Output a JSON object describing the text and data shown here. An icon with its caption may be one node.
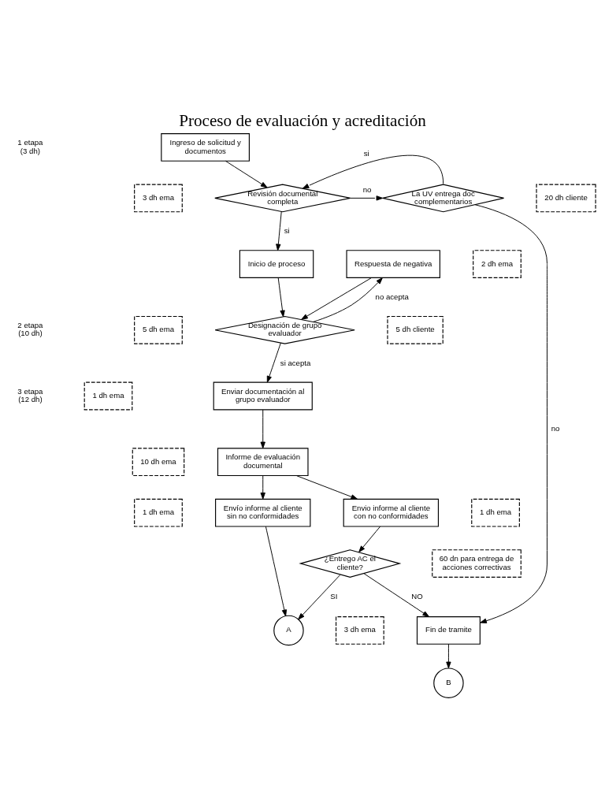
{
  "diagram": {
    "title": "Proceso de evaluación y acreditación",
    "nodes": [
      {
        "text": [
          "Ingreso de solicitud y documentos"
        ]
      },
      {
        "text": [
          "3 dh ema"
        ]
      },
      {
        "text": [
          "20 dh cliente"
        ]
      },
      {
        "text": [
          "Revisión documental completa"
        ]
      },
      {
        "text": [
          "La UV entrega doc complementarios"
        ]
      },
      {
        "text": [
          "Inicio de proceso"
        ]
      },
      {
        "text": [
          "Respuesta de negativa"
        ]
      },
      {
        "text": [
          "5 dh ema"
        ]
      },
      {
        "text": [
          "2 dh ema"
        ]
      },
      {
        "text": [
          "Designación de grupo evaluador"
        ]
      },
      {
        "text": [
          "5 dh cliente"
        ]
      },
      {
        "text": [
          "1 dh ema"
        ]
      },
      {
        "text": [
          "Enviar documentación al grupo evaluador"
        ]
      },
      {
        "text": [
          "10 dh ema"
        ]
      },
      {
        "text": [
          "Informe de evaluación documental"
        ]
      },
      {
        "text": [
          "1 dh ema"
        ]
      },
      {
        "text": [
          "Envío informe al cliente sin no conformidades"
        ]
      },
      {
        "text": [
          "Envio informe al cliente con no conformidades"
        ]
      },
      {
        "text": [
          "1 dh ema"
        ]
      },
      {
        "text": [
          "60 dn para entrega de acciones correctivas"
        ]
      },
      {
        "text": [
          "¿Entrego AC el cliente?"
        ]
      },
      {
        "text": [
          "3 dh ema"
        ]
      },
      {
        "text": [
          "Fin de tramite"
        ]
      },
      {
        "text": [
          "B"
        ]
      },
      {
        "text": [
          "A"
        ]
      }
    ],
    "edges": [
      {
        "from": 0,
        "to": 3,
        "arrow": "to"
      },
      {
        "from": 3,
        "to": 4,
        "arrow": "to",
        "label": "no"
      },
      {
        "from": 4,
        "to": 3,
        "arrow": "to",
        "label": "si"
      },
      {
        "from": 4,
        "to": 22,
        "arrow": "to",
        "label": "no"
      },
      {
        "from": 3,
        "to": 5,
        "arrow": "to",
        "label": "si"
      },
      {
        "from": 5,
        "to": 9,
        "arrow": "to"
      },
      {
        "from": 6,
        "to": 9,
        "arrow": "to"
      },
      {
        "from": 9,
        "to": 6,
        "arrow": "to",
        "label": "no acepta"
      },
      {
        "from": 9,
        "to": 12,
        "arrow": "to",
        "label": "si acepta"
      },
      {
        "from": 12,
        "to": 14,
        "arrow": "to"
      },
      {
        "from": 14,
        "to": 16,
        "arrow": "to"
      },
      {
        "from": 14,
        "to": 17,
        "arrow": "to"
      },
      {
        "from": 16,
        "to": 24,
        "arrow": "to"
      },
      {
        "from": 17,
        "to": 20,
        "arrow": "to"
      },
      {
        "from": 20,
        "to": 22,
        "arrow": "to",
        "label": "NO"
      },
      {
        "from": 20,
        "to": 24,
        "arrow": "to",
        "label": "SI"
      },
      {
        "from": 22,
        "to": 23,
        "arrow": "to"
      }
    ],
    "labels": [
      "1 etapa (3 dh)",
      "2 etapa (10 dh)",
      "3 etapa (12 dh)"
    ]
  }
}
